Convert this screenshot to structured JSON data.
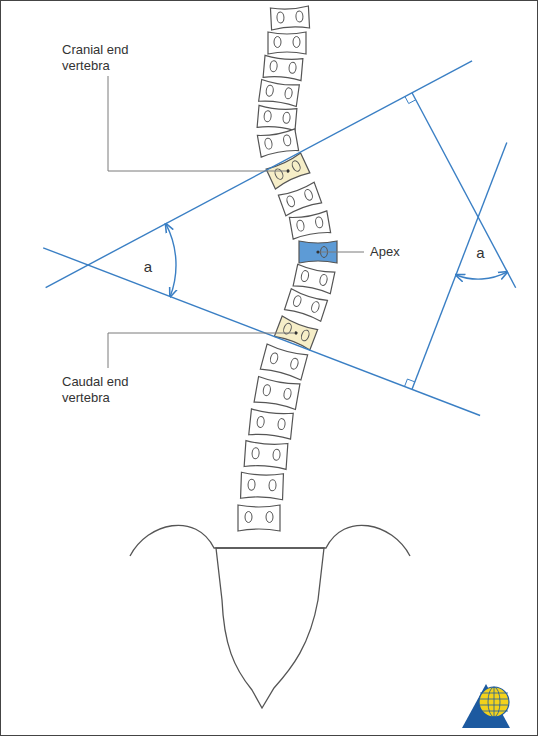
{
  "diagram": {
    "labels": [
      "Cranial end vertebra",
      "a",
      "Apex",
      "Caudal end vertebra",
      "a"
    ]
  }
}
